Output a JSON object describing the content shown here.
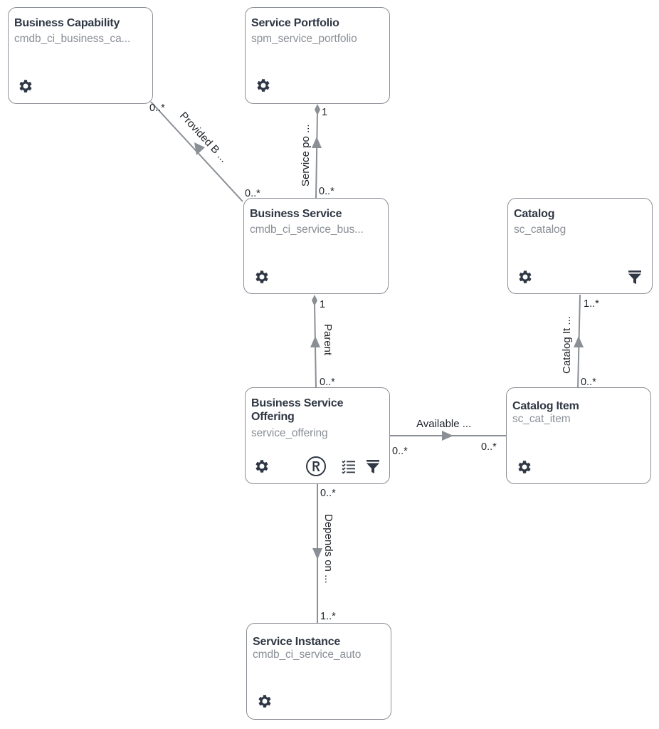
{
  "nodes": {
    "business_capability": {
      "title": "Business Capability",
      "table": "cmdb_ci_business_ca..."
    },
    "service_portfolio": {
      "title": "Service Portfolio",
      "table": "spm_service_portfolio"
    },
    "business_service": {
      "title": "Business Service",
      "table": "cmdb_ci_service_bus..."
    },
    "catalog": {
      "title": "Catalog",
      "table": "sc_catalog"
    },
    "business_service_offering": {
      "title_line1": "Business Service",
      "title_line2": "Offering",
      "table": "service_offering"
    },
    "catalog_item": {
      "title": "Catalog Item",
      "table": "sc_cat_item"
    },
    "service_instance": {
      "title": "Service Instance",
      "table": "cmdb_ci_service_auto"
    }
  },
  "edges": {
    "provided_by": {
      "label": "Provided B ...",
      "source_card": "0..*",
      "target_card": "0..*"
    },
    "service_portfolio": {
      "label": "Service po ...",
      "source_card": "0..*",
      "target_card": "1"
    },
    "parent": {
      "label": "Parent",
      "source_card": "0..*",
      "target_card": "1"
    },
    "catalog_item": {
      "label": "Catalog It ...",
      "source_card": "0..*",
      "target_card": "1..*"
    },
    "available": {
      "label": "Available ...",
      "source_card": "0..*",
      "target_card": "0..*"
    },
    "depends_on": {
      "label": "Depends on ...",
      "source_card": "0..*",
      "target_card": "1..*"
    }
  },
  "icons": {
    "settings": "gear-icon",
    "filter": "filter-icon",
    "registered": "registered-icon",
    "checklist": "checklist-icon"
  },
  "colors": {
    "node_border": "#8a8f96",
    "edge": "#8a8f96",
    "icon": "#2f3744",
    "table_text": "#8a8f96"
  }
}
